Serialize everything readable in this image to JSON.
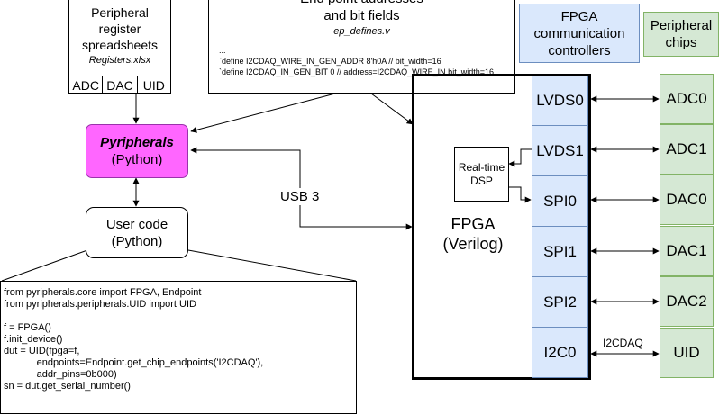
{
  "spreadsheets": {
    "line1": "Peripheral register",
    "line2": "spreadsheets",
    "file": "Registers.xlsx",
    "tabs": [
      "ADC",
      "DAC",
      "UID"
    ]
  },
  "ep_defines": {
    "line1": "End point addresses",
    "line2": "and bit fields",
    "file": "ep_defines.v",
    "code": [
      "...",
      "`define I2CDAQ_WIRE_IN_GEN_ADDR 8'h0A // bit_width=16",
      "`define I2CDAQ_IN_GEN_BIT 0 // address=I2CDAQ_WIRE_IN bit_width=16",
      "..."
    ]
  },
  "fpga_comm": {
    "line1": "FPGA",
    "line2": "communication",
    "line3": "controllers"
  },
  "peripheral_chips": {
    "line1": "Peripheral",
    "line2": "chips"
  },
  "pyripherals": {
    "name": "Pyripherals",
    "lang": "(Python)"
  },
  "user_code": {
    "name": "User code",
    "lang": "(Python)"
  },
  "usb_label": "USB 3",
  "fpga": {
    "name": "FPGA",
    "lang": "(Verilog)"
  },
  "dsp": {
    "line1": "Real-time",
    "line2": "DSP"
  },
  "controllers": [
    "LVDS0",
    "LVDS1",
    "SPI0",
    "SPI1",
    "SPI2",
    "I2C0"
  ],
  "chips": [
    "ADC0",
    "ADC1",
    "DAC0",
    "DAC1",
    "DAC2",
    "UID"
  ],
  "i2c_label": "I2CDAQ",
  "code_sample": [
    "from pyripherals.core import FPGA, Endpoint",
    "from pyripherals.peripherals.UID import UID",
    "",
    "f = FPGA()",
    "f.init_device()",
    "dut = UID(fpga=f,",
    "            endpoints=Endpoint.get_chip_endpoints('I2CDAQ'),",
    "            addr_pins=0b000)",
    "sn = dut.get_serial_number()"
  ],
  "colors": {
    "pyripherals_fill": "#ff66ff",
    "pyripherals_border": "#9933aa",
    "controller_fill": "#dae8fc",
    "controller_border": "#6c8ebf",
    "chip_fill": "#d5e8d4",
    "chip_border": "#82b366"
  }
}
